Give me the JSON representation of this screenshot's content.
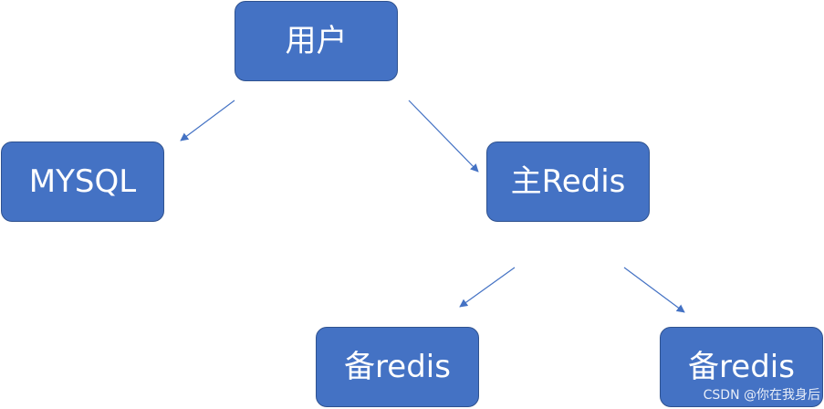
{
  "nodes": {
    "user": {
      "label": "用户"
    },
    "mysql": {
      "label": "MYSQL"
    },
    "master_redis": {
      "label": "主Redis"
    },
    "backup_redis_1": {
      "label": "备redis"
    },
    "backup_redis_2": {
      "label": "备redis"
    }
  },
  "edges": [
    {
      "from": "user",
      "to": "mysql"
    },
    {
      "from": "user",
      "to": "master_redis"
    },
    {
      "from": "master_redis",
      "to": "backup_redis_1"
    },
    {
      "from": "master_redis",
      "to": "backup_redis_2"
    }
  ],
  "colors": {
    "node_fill": "#4472c4",
    "node_border": "#2f528f",
    "node_text": "#ffffff",
    "arrow": "#4472c4"
  },
  "watermark": {
    "text": "CSDN @你在我身后"
  }
}
